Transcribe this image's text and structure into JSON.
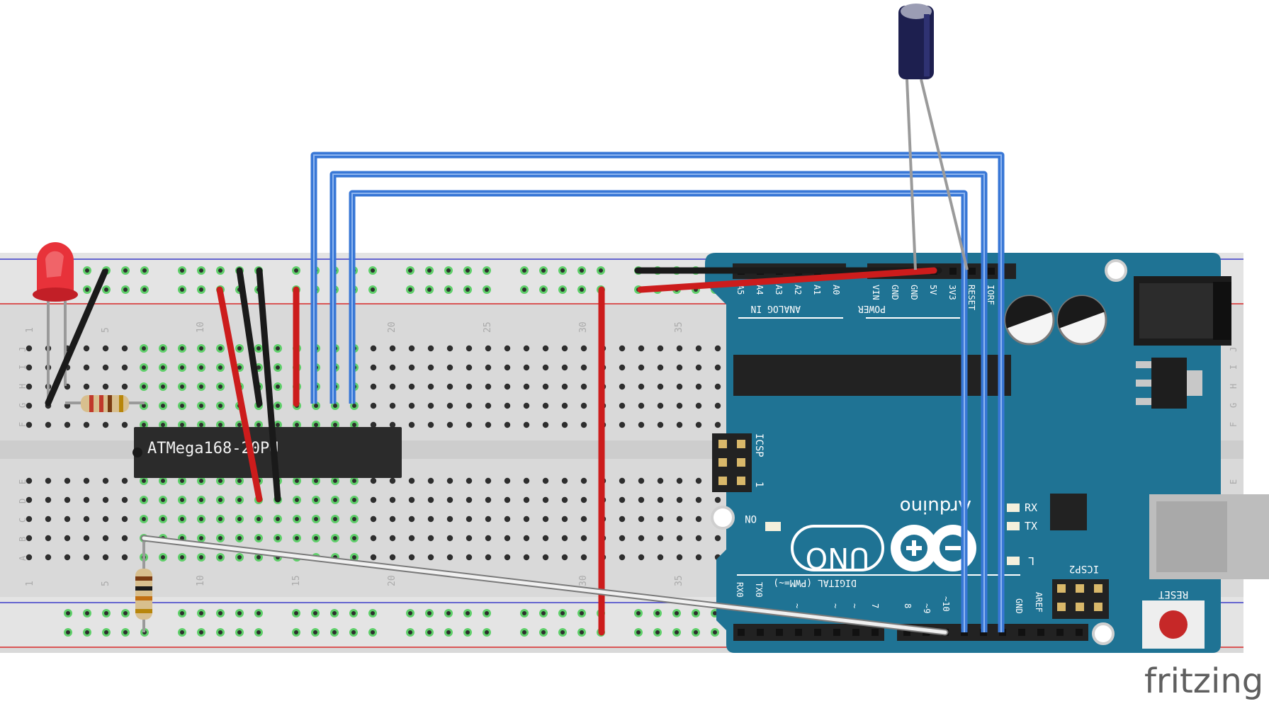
{
  "app": {
    "watermark": "fritzing"
  },
  "breadboard": {
    "row_letters_top": [
      "J",
      "I",
      "H",
      "G",
      "F"
    ],
    "row_letters_bottom": [
      "E",
      "D",
      "C",
      "B",
      "A"
    ],
    "column_numbers": [
      "1",
      "5",
      "10",
      "15",
      "20",
      "25",
      "30",
      "35"
    ],
    "colors": {
      "body": "#d9d9d9",
      "rail_red": "#d62828",
      "rail_blue": "#3b3bc8"
    }
  },
  "chip": {
    "label": "ATMega168-20PU"
  },
  "arduino": {
    "brand": "Arduino",
    "model": "UNO",
    "power_pins": [
      "VIN",
      "GND",
      "GND",
      "5V",
      "3V3",
      "RESET",
      "IORF"
    ],
    "power_label": "POWER",
    "analog_pins": [
      "A5",
      "A4",
      "A3",
      "A2",
      "A1",
      "A0"
    ],
    "analog_label": "ANALOG IN",
    "digital_label": "DIGITAL (PWM=~)",
    "digital_pins_left": [
      "RX0",
      "TX0",
      "~",
      "~",
      "~",
      "7"
    ],
    "digital_pins_right": [
      "8",
      "~9",
      "~10"
    ],
    "gnd_label": "GND",
    "aref_label": "AREF",
    "icsp_label": "ICSP",
    "icsp2_label": "ICSP2",
    "icsp_one": "1",
    "on_label": "ON",
    "rx_label": "RX",
    "tx_label": "TX",
    "l_label": "L",
    "reset_label": "RESET",
    "colors": {
      "board": "#1f7394",
      "header": "#222222"
    }
  },
  "components": {
    "led_color": "red",
    "capacitor_color": "#1d1f4f",
    "wire_colors": {
      "signal": "#3877d6",
      "power": "#cc1c1c",
      "ground": "#1a1a1a",
      "data": "#f0f0f0"
    }
  }
}
